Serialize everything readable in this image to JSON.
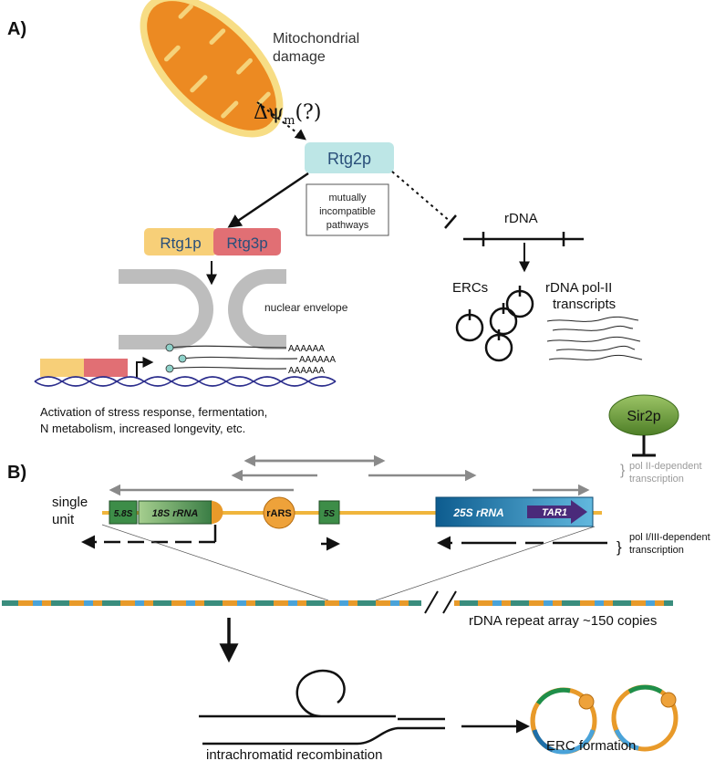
{
  "panel_a": {
    "label": "A)",
    "mito_label_line1": "Mitochondrial",
    "mito_label_line2": "damage",
    "delta_psi_prefix": "Δψ",
    "delta_psi_sub": "m",
    "delta_psi_suffix": "(?)",
    "rtg2p": "Rtg2p",
    "note_line1": "mutually",
    "note_line2": "incompatible",
    "note_line3": "pathways",
    "rtg1p": "Rtg1p",
    "rtg3p": "Rtg3p",
    "nuclear_envelope": "nuclear envelope",
    "polyA": [
      "AAAAAA",
      "AAAAAA",
      "AAAAAA"
    ],
    "activation_line1": "Activation of stress response, fermentation,",
    "activation_line2": "N metabolism, increased longevity, etc.",
    "rdna": "rDNA",
    "ercs": "ERCs",
    "pol2_line1": "rDNA pol-II",
    "pol2_line2": "transcripts"
  },
  "panel_b": {
    "label": "B)",
    "sir2p": "Sir2p",
    "pol2_dep_line1": "pol II-dependent",
    "pol2_dep_line2": "transcription",
    "pol13_dep_line1": "pol I/III-dependent",
    "pol13_dep_line2": "transcription",
    "single_unit_line1": "single",
    "single_unit_line2": "unit",
    "genes": {
      "s58": "5.8S",
      "s18": "18S rRNA",
      "rars": "rARS",
      "s5": "5S",
      "s25": "25S rRNA",
      "tar1": "TAR1"
    },
    "array_label": "rDNA repeat array ~150 copies",
    "recombination": "intrachromatid recombination",
    "erc_formation": "ERC formation"
  },
  "colors": {
    "mito_fill": "#ec8a22",
    "mito_outer": "#f7dd85",
    "rtg2p_fill": "#bde6e6",
    "rtg1p_fill": "#f7cf78",
    "rtg3p_fill": "#e16f74",
    "envelope": "#bdbdbd",
    "dna_blue": "#2b2d8c",
    "orange_line": "#f0b53c",
    "green_gene": "#3d8d48",
    "blue_gene": "#1f6fa8",
    "sir2p_fill": "#6f9f3b",
    "tar1": "#4a2a7a"
  }
}
